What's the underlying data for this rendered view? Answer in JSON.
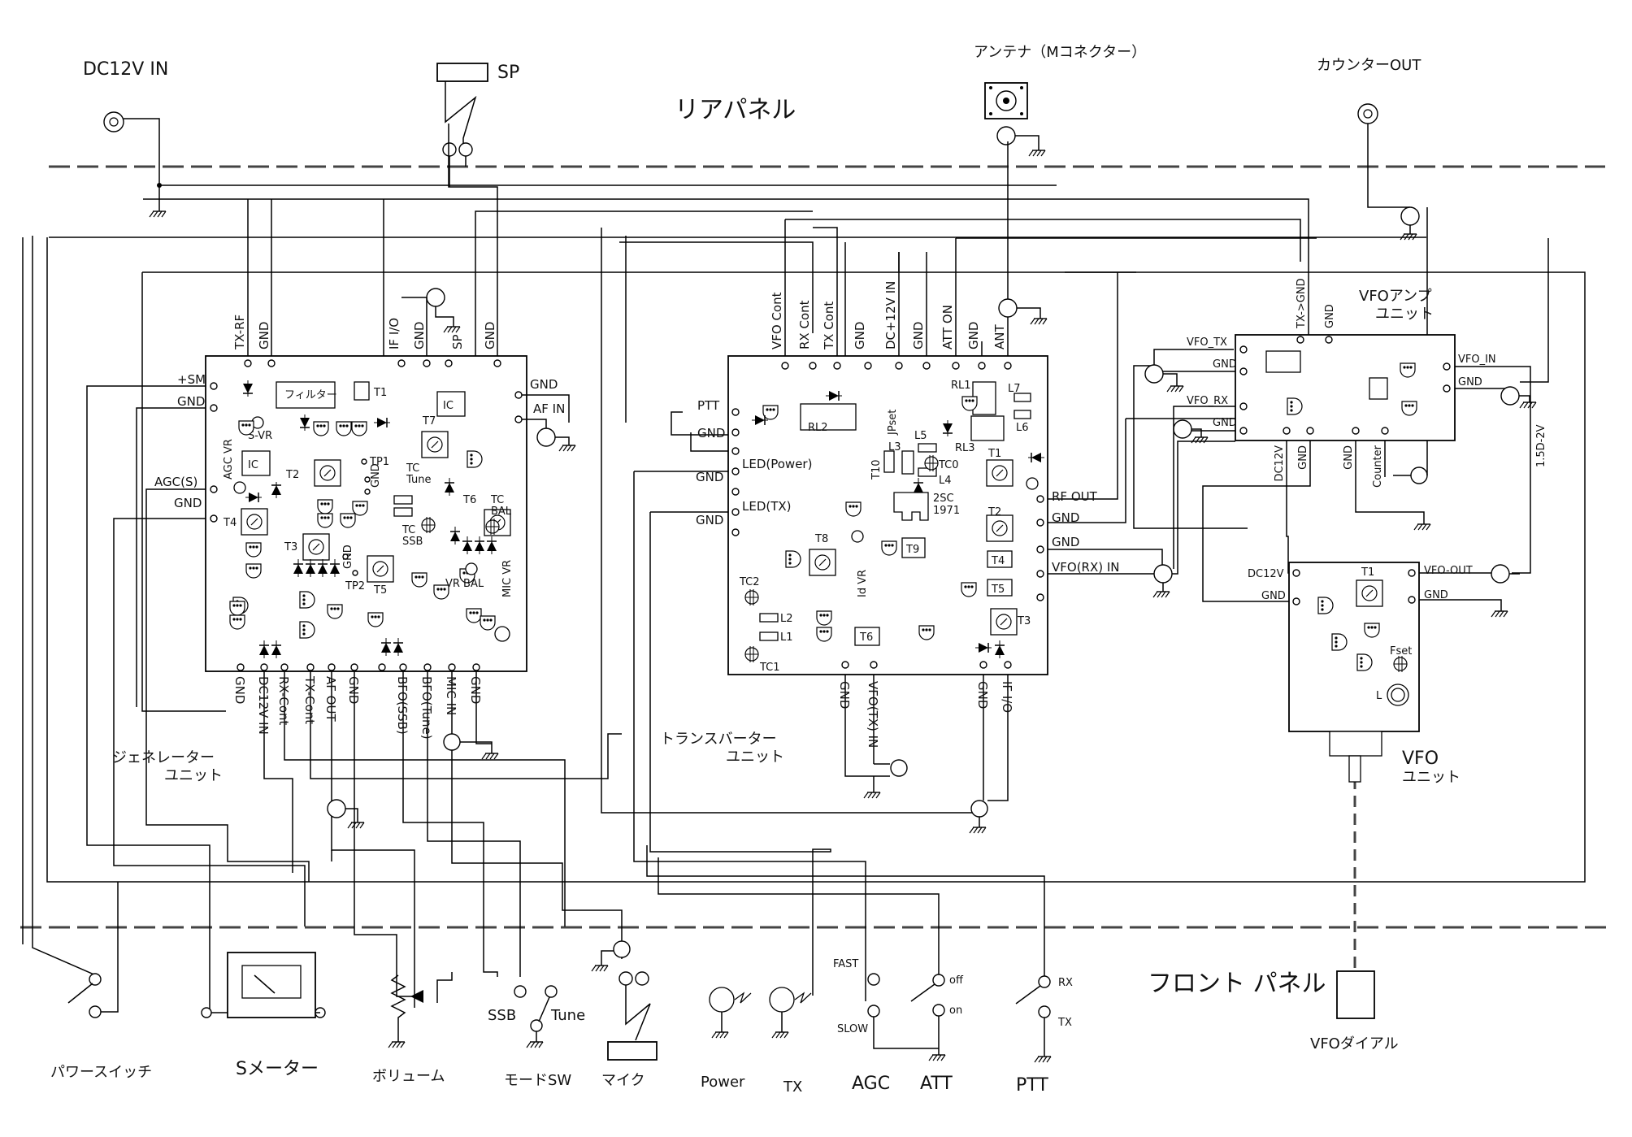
{
  "panels": {
    "rear": "リアパネル",
    "front": "フロント パネル"
  },
  "rear_items": {
    "dc_in": "DC12V  IN",
    "speaker": "SP",
    "antenna": "アンテナ（Mコネクター）",
    "counter_out": "カウンターOUT"
  },
  "generator": {
    "name_line1": "ジェネレーター",
    "name_line2": "ユニット",
    "top_pins": [
      "TX-RF",
      "GND",
      "IF I/O",
      "GND",
      "SP",
      "GND"
    ],
    "left_pins": [
      "+SM",
      "GND",
      "AGC(S)",
      "GND"
    ],
    "right_pins": [
      "GND",
      "AF IN"
    ],
    "bottom_pins": [
      "GND",
      "DC12V IN",
      "RX-Cont",
      "TX-Cont",
      "AF OUT",
      "GND",
      "BFO(SSB)",
      "BFO(Tune)",
      "MIC IN",
      "GND"
    ],
    "parts": {
      "filter": "フィルター",
      "t1": "T1",
      "ic1": "IC",
      "ic2": "IC",
      "svr": "S-VR",
      "agcvr": "AGC VR",
      "t2": "T2",
      "t3": "T3",
      "t4": "T4",
      "t5": "T5",
      "t6": "T6",
      "t7": "T7",
      "tp1": "TP1",
      "tp2": "TP2",
      "gnd1": "GND",
      "gnd2": "GND",
      "tctune": "TC",
      "tctune2": "Tune",
      "tcssb": "TC",
      "tcssb2": "SSB",
      "tcbal": "TC",
      "tcbal2": "BAL",
      "vrbal": "VR BAL",
      "micvr": "MIC VR"
    }
  },
  "transverter": {
    "name_line1": "トランスバーター",
    "name_line2": "ユニット",
    "top_pins": [
      "VFO Cont",
      "RX Cont",
      "TX Cont",
      "GND",
      "DC+12V IN",
      "GND",
      "ATT ON",
      "GND",
      "ANT"
    ],
    "left_pins": [
      "PTT",
      "GND",
      "LED(Power)",
      "GND",
      "LED(TX)",
      "GND"
    ],
    "right_pins": [
      "RF OUT",
      "GND",
      "GND",
      "VFO(RX) IN"
    ],
    "bottom_pins": [
      "GND",
      "VFO(TX) IN",
      "GND",
      "IF I/O"
    ],
    "parts": {
      "rl1": "RL1",
      "rl2": "RL2",
      "rl3": "RL3",
      "l7": "L7",
      "l6": "L6",
      "l5": "L5",
      "l3": "L3",
      "l4": "L4",
      "tc0": "TC0",
      "t10": "T10",
      "jpset": "JPset",
      "tr": "2SC",
      "tr2": "1971",
      "t1": "T1",
      "t2": "T2",
      "t3": "T3",
      "t4": "T4",
      "t5": "T5",
      "t6": "T6",
      "t8": "T8",
      "t9": "T9",
      "idvr": "Id VR",
      "tc1": "TC1",
      "tc2": "TC2",
      "l1": "L1",
      "l2": "L2"
    }
  },
  "vfo_amp": {
    "name_line1": "VFOアンプ",
    "name_line2": "ユニット",
    "top_pins": [
      "TX->GND",
      "GND"
    ],
    "left_pins": [
      "VFO_TX",
      "GND",
      "VFO_RX",
      "GND"
    ],
    "right_pins": [
      "VFO_IN",
      "GND"
    ],
    "bottom_pins": [
      "DC12V",
      "GND",
      "GND",
      "Counter"
    ],
    "side_label": "1.5D-2V"
  },
  "vfo": {
    "name_line1": "VFO",
    "name_line2": "ユニット",
    "left_pins": [
      "DC12V",
      "GND"
    ],
    "right_pins": [
      "VFO-OUT",
      "GND"
    ],
    "parts": {
      "t1": "T1",
      "fset": "Fset",
      "l": "L"
    }
  },
  "front_items": {
    "power_switch": "パワースイッチ",
    "s_meter": "Sメーター",
    "volume": "ボリューム",
    "mode_sw": "モードSW",
    "ssb": "SSB",
    "tune": "Tune",
    "mic": "マイク",
    "power": "Power",
    "tx": "TX",
    "agc": "AGC",
    "fast": "FAST",
    "slow": "SLOW",
    "att": "ATT",
    "off": "off",
    "on": "on",
    "ptt": "PTT",
    "rx": "RX",
    "tx_sw": "TX",
    "vfo_dial": "VFOダイアル"
  }
}
